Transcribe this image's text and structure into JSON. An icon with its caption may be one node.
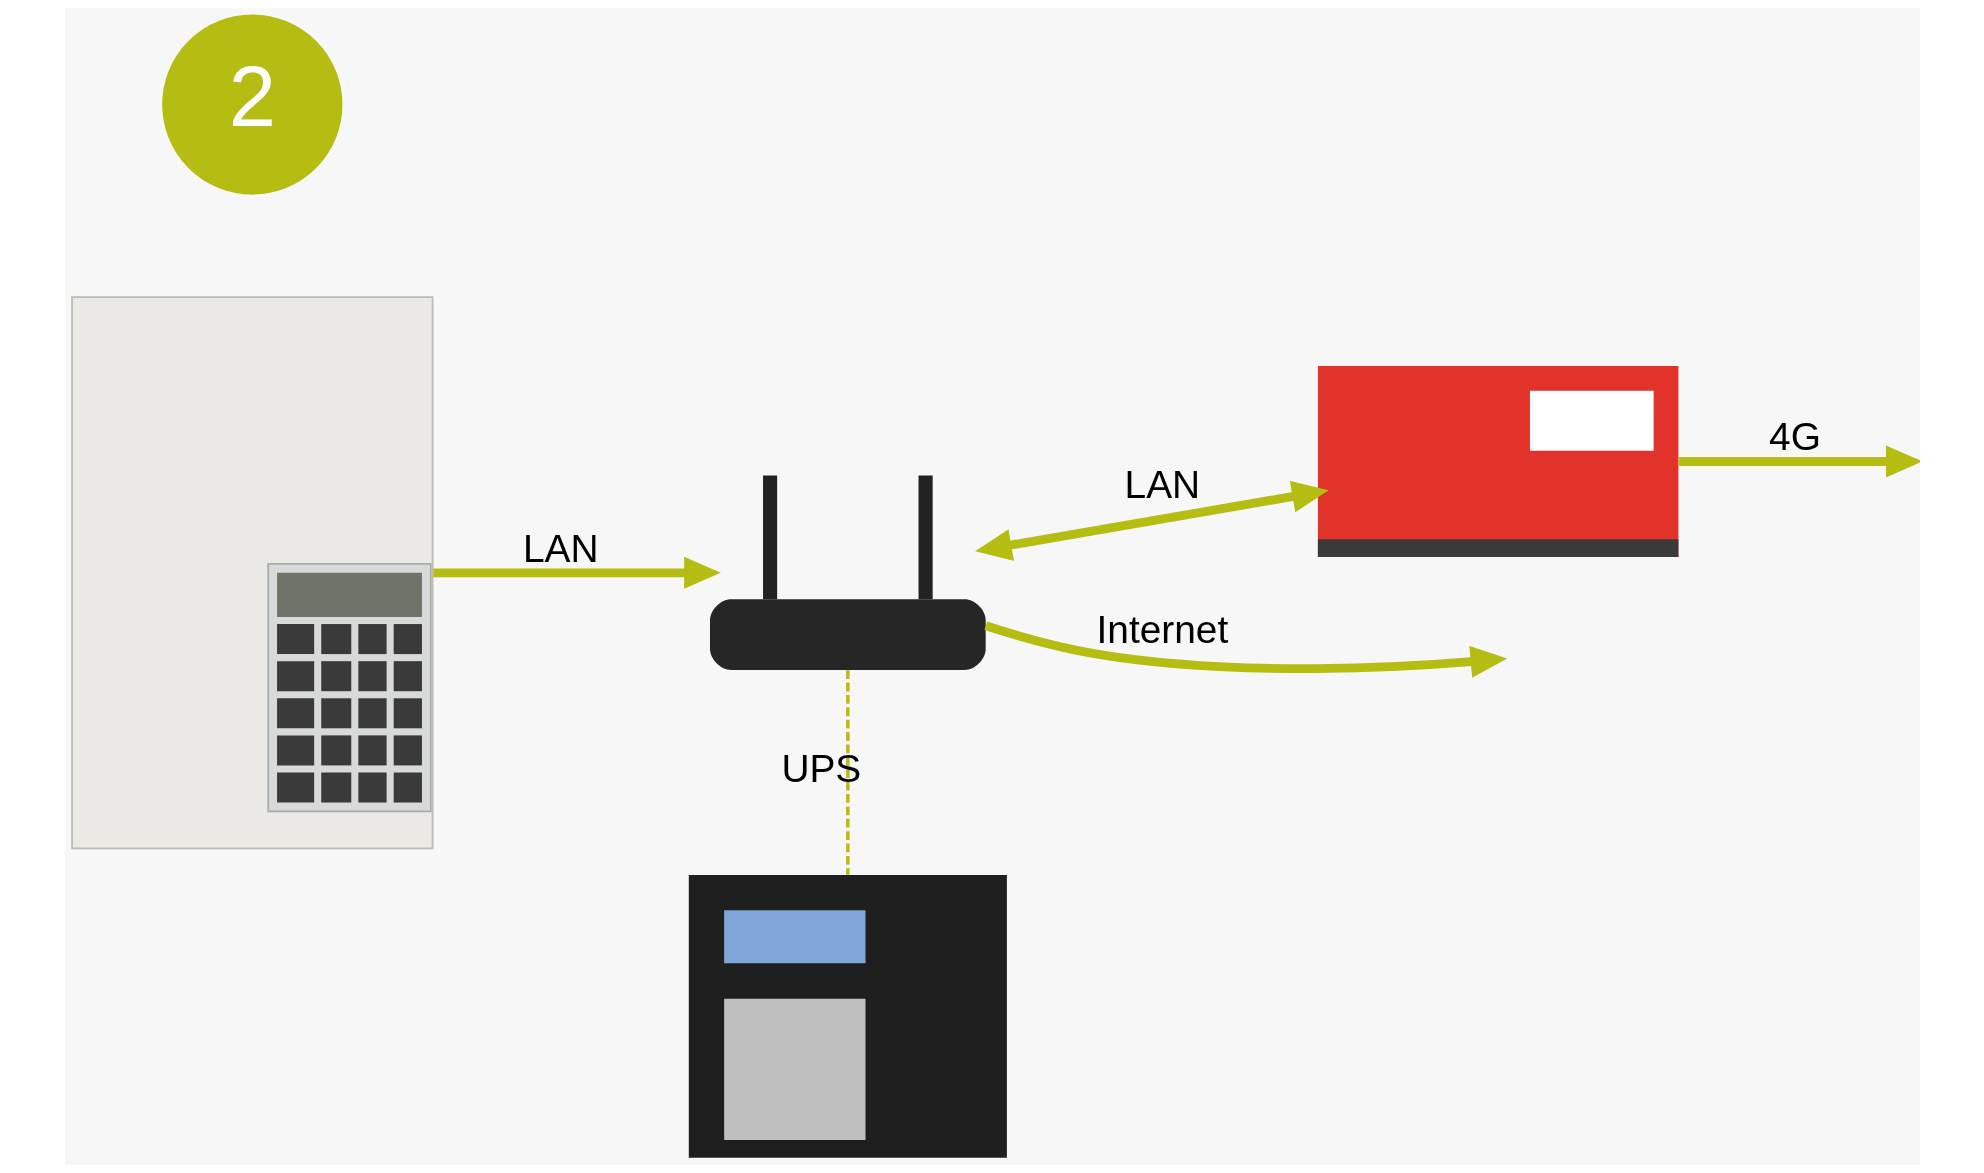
{
  "diagram": {
    "nodes": [
      {
        "text": [],
        "shape": "picture"
      },
      {
        "text": [],
        "shape": "picture"
      },
      {
        "text": [],
        "shape": "picture"
      },
      {
        "text": [],
        "shape": "picture"
      },
      {
        "text": [
          "2"
        ]
      }
    ],
    "edges": [
      {
        "from": 0,
        "to": 1,
        "arrow": "to",
        "label": "LAN"
      },
      {
        "from": 1,
        "to": null,
        "arrow": "to",
        "label": "Internet"
      },
      {
        "from": 1,
        "to": 3,
        "arrow": "both",
        "label": "LAN"
      },
      {
        "from": 3,
        "to": null,
        "arrow": "to",
        "label": "4G"
      },
      {
        "from": 1,
        "to": 2,
        "arrow": "none",
        "label": "UPS",
        "style": "dashed"
      }
    ]
  }
}
